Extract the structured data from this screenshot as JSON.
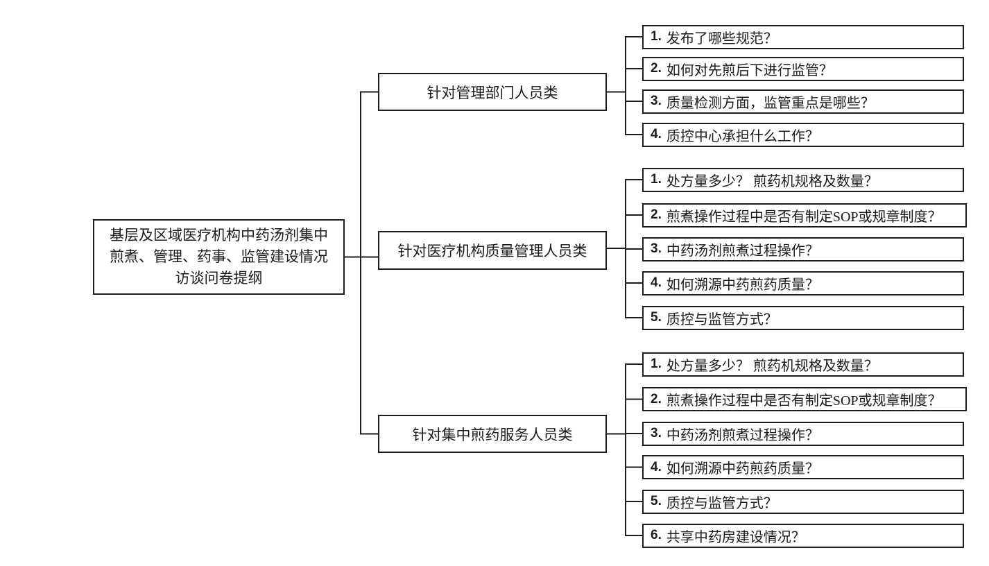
{
  "diagram": {
    "root": {
      "lines": [
        "基层及区域医疗机构中药汤剂集中",
        "煎煮、管理、药事、监管建设情况",
        "访谈问卷提纲"
      ]
    },
    "groups": [
      {
        "label": "针对管理部门人员类",
        "questions": [
          {
            "num": "1.",
            "text": "发布了哪些规范？"
          },
          {
            "num": "2.",
            "text": "如何对先煎后下进行监管？"
          },
          {
            "num": "3.",
            "text": "质量检测方面，监管重点是哪些？"
          },
          {
            "num": "4.",
            "text": "质控中心承担什么工作？"
          }
        ]
      },
      {
        "label": "针对医疗机构质量管理人员类",
        "questions": [
          {
            "num": "1.",
            "text": "处方量多少？ 煎药机规格及数量？"
          },
          {
            "num": "2.",
            "text": "煎煮操作过程中是否有制定SOP或规章制度？"
          },
          {
            "num": "3.",
            "text": "中药汤剂煎煮过程操作？"
          },
          {
            "num": "4.",
            "text": "如何溯源中药煎药质量？"
          },
          {
            "num": "5.",
            "text": "质控与监管方式？"
          }
        ]
      },
      {
        "label": "针对集中煎药服务人员类",
        "questions": [
          {
            "num": "1.",
            "text": "处方量多少？ 煎药机规格及数量？"
          },
          {
            "num": "2.",
            "text": "煎煮操作过程中是否有制定SOP或规章制度？"
          },
          {
            "num": "3.",
            "text": "中药汤剂煎煮过程操作？"
          },
          {
            "num": "4.",
            "text": "如何溯源中药煎药质量？"
          },
          {
            "num": "5.",
            "text": "质控与监管方式？"
          },
          {
            "num": "6.",
            "text": "共享中药房建设情况？"
          }
        ]
      }
    ]
  },
  "theme": {
    "line": "#1f1f1f",
    "text": "#1a1a1a",
    "bg": "#ffffff"
  }
}
